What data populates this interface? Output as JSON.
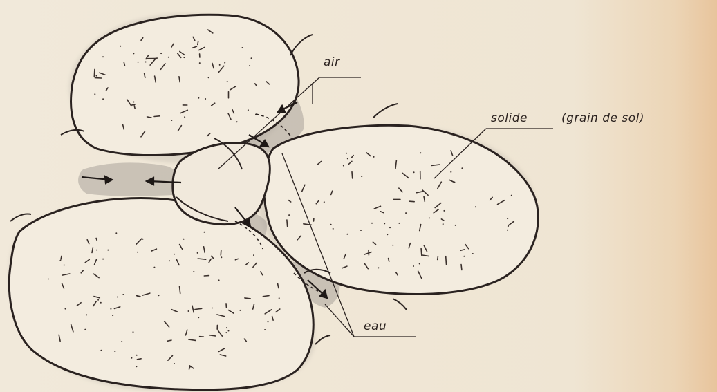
{
  "labels": {
    "air": "air",
    "solide": "solide",
    "grain": "(grain de sol)",
    "eau": "eau"
  },
  "colors": {
    "paper": "#efe6d6",
    "ink": "#2c2320",
    "water_shading": "#9c9590"
  }
}
